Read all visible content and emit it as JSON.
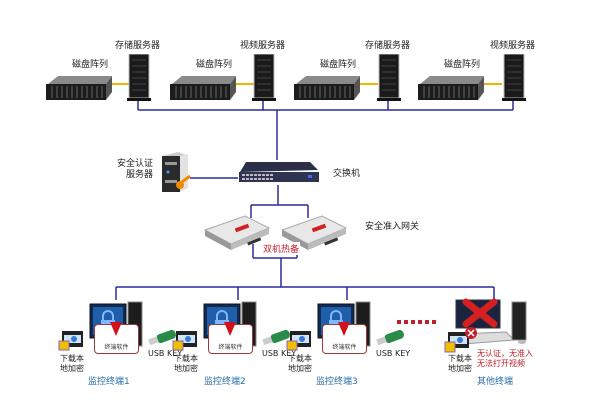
{
  "colors": {
    "link": "#2a2a9a",
    "san_link": "#f0b400",
    "label_blue": "#2a6ea8",
    "warning_red": "#c0202a"
  },
  "top_groups": [
    {
      "array_label": "磁盘阵列",
      "server_label": "存储服务器"
    },
    {
      "array_label": "磁盘阵列",
      "server_label": "视频服务器"
    },
    {
      "array_label": "磁盘阵列",
      "server_label": "存储服务器"
    },
    {
      "array_label": "磁盘阵列",
      "server_label": "视频服务器"
    }
  ],
  "auth_server": {
    "label_line1": "安全认证",
    "label_line2": "服务器",
    "icon": "key-icon"
  },
  "switch": {
    "label": "交换机"
  },
  "gateway": {
    "label": "安全准入网关",
    "ha_label": "双机热备"
  },
  "terminals": [
    {
      "label": "监控终端1",
      "software": "终端软件",
      "usb": "USB KEY",
      "download_l1": "下载本",
      "download_l2": "地加密"
    },
    {
      "label": "监控终端2",
      "software": "终端软件",
      "usb": "USB KEY",
      "download_l1": "下载本",
      "download_l2": "地加密"
    },
    {
      "label": "监控终端3",
      "software": "终端软件",
      "usb": "USB KEY",
      "download_l1": "下载本",
      "download_l2": "地加密"
    }
  ],
  "other_terminal": {
    "label": "其他终端",
    "warning_l1": "无认证，无准入",
    "warning_l2": "无法打开视频",
    "download_l1": "下载本",
    "download_l2": "地加密"
  }
}
